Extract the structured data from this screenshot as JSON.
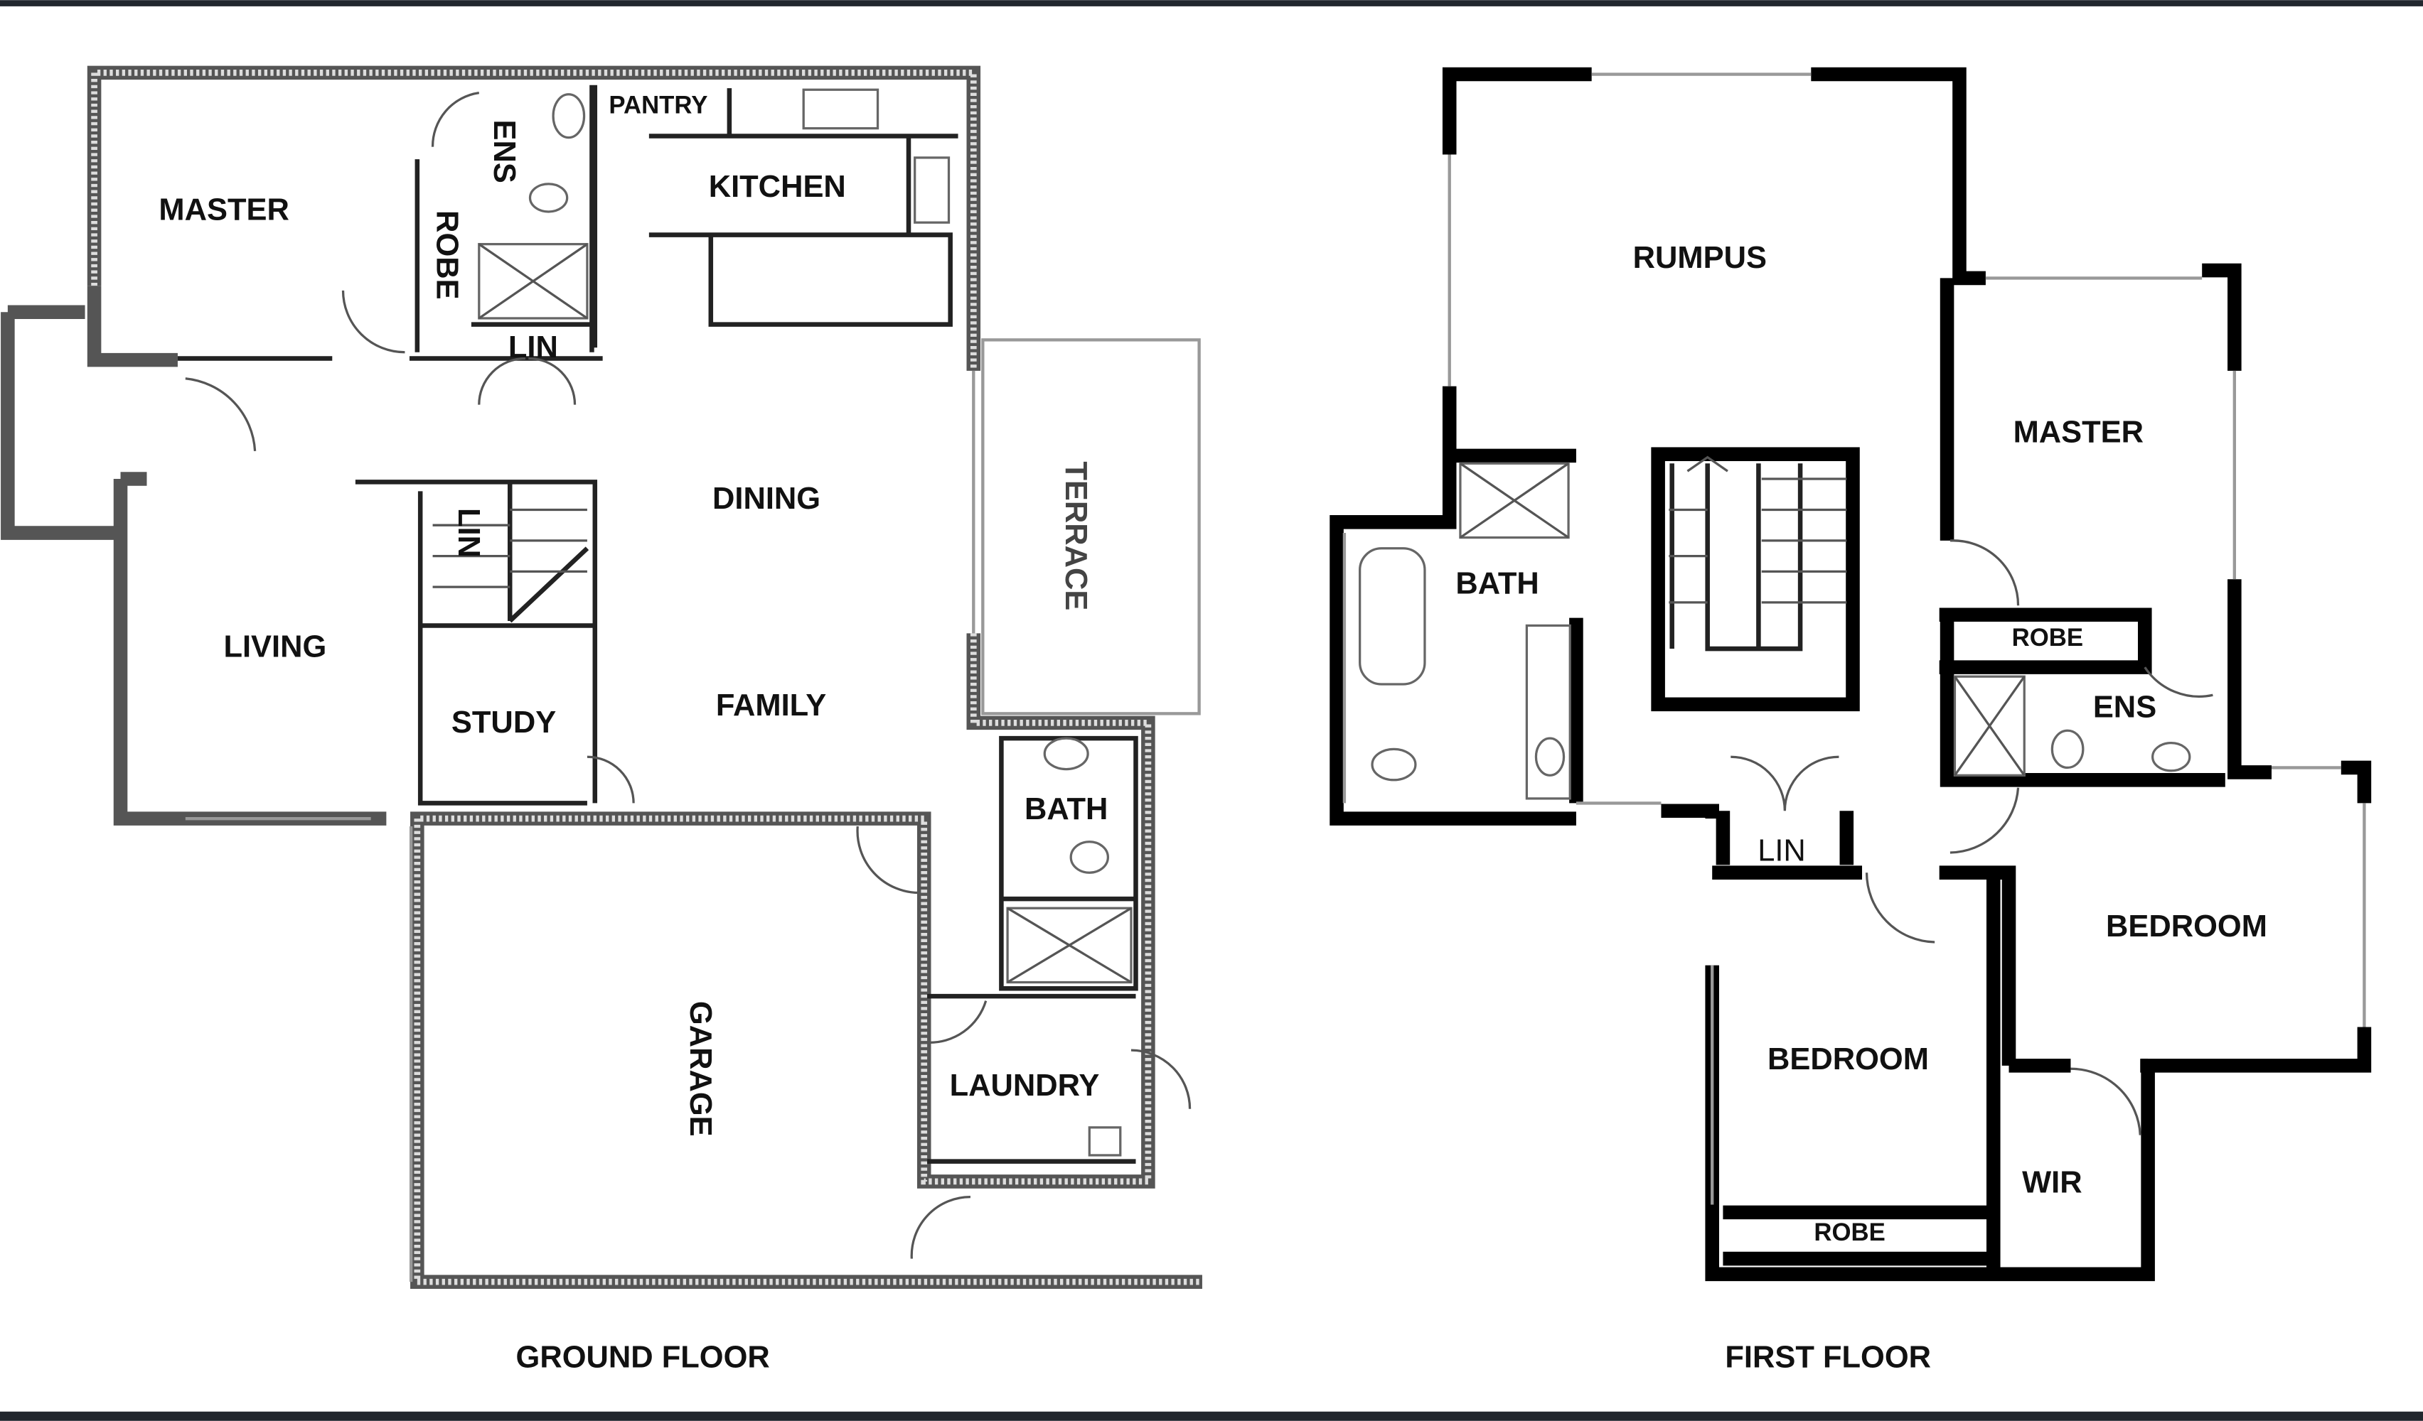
{
  "ground_floor": {
    "title": "GROUND FLOOR",
    "rooms": {
      "master": "MASTER",
      "ens": "ENS",
      "pantry": "PANTRY",
      "kitchen": "KITCHEN",
      "robe": "ROBE",
      "lin_1": "LIN",
      "lin_2": "LIN",
      "dining": "DINING",
      "living": "LIVING",
      "study": "STUDY",
      "family": "FAMILY",
      "terrace": "TERRACE",
      "bath": "BATH",
      "garage": "GARAGE",
      "laundry": "LAUNDRY"
    }
  },
  "first_floor": {
    "title": "FIRST FLOOR",
    "rooms": {
      "rumpus": "RUMPUS",
      "master": "MASTER",
      "bath": "BATH",
      "robe_1": "ROBE",
      "ens": "ENS",
      "lin": "LIN",
      "bedroom_1": "BEDROOM",
      "bedroom_2": "BEDROOM",
      "wir": "WIR",
      "robe_2": "ROBE"
    }
  },
  "colors": {
    "frame_bar": "#22272e",
    "wall": "#000000"
  }
}
